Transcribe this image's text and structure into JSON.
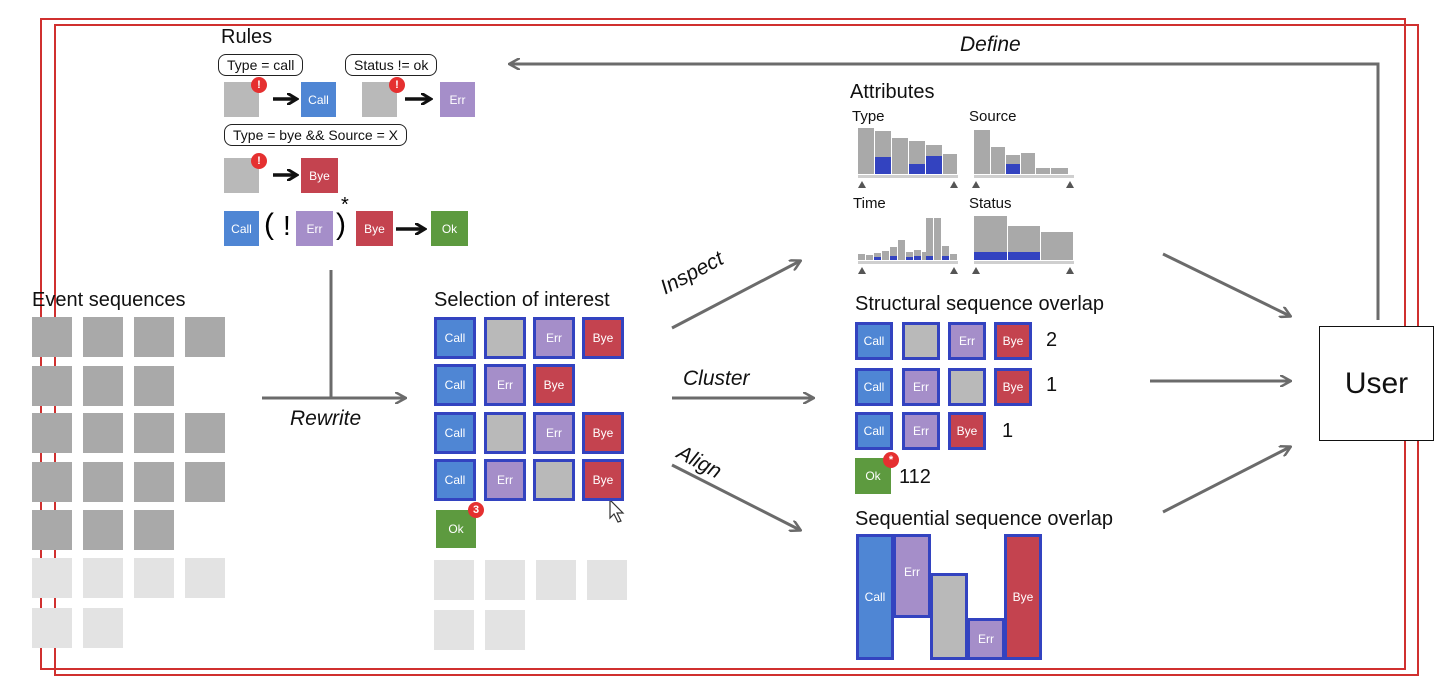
{
  "labels": {
    "rules": "Rules",
    "define": "Define",
    "attributes": "Attributes",
    "attr_type": "Type",
    "attr_source": "Source",
    "attr_time": "Time",
    "attr_status": "Status",
    "event_sequences": "Event sequences",
    "selection": "Selection of interest",
    "structural": "Structural sequence overlap",
    "sequential": "Sequential sequence overlap",
    "inspect": "Inspect",
    "cluster": "Cluster",
    "align": "Align",
    "rewrite": "Rewrite",
    "user": "User"
  },
  "rules": {
    "cond1": "Type = call",
    "cond2": "Status != ok",
    "cond3": "Type = bye && Source = X",
    "regex_open": "(",
    "regex_not": "!",
    "regex_close": ")",
    "regex_star": "*",
    "excl": "!"
  },
  "events": {
    "call": "Call",
    "err": "Err",
    "bye": "Bye",
    "ok": "Ok"
  },
  "selection_ok_badge": "3",
  "structural_counts": [
    "2",
    "1",
    "1",
    "112"
  ],
  "structural_ok_badge": "*",
  "colors": {
    "call": "#4f86d4",
    "err": "#a58ec9",
    "bye": "#c4434f",
    "ok": "#5d9a3f",
    "outline": "#3343c0",
    "frame": "#d0302f",
    "arrow": "#6b6b6b"
  }
}
